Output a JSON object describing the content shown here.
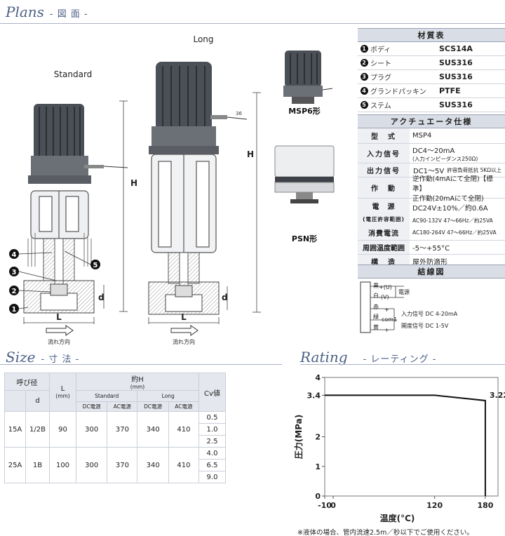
{
  "plans": {
    "title_en": "Plans",
    "title_jp": "- 図 面 -"
  },
  "drawing": {
    "standard_label": "Standard",
    "long_label": "Long",
    "msp6_label": "MSP6形",
    "psn_label": "PSN形",
    "dim_h": "H",
    "dim_l": "L",
    "dim_d": "d",
    "flow_label": "流れ方向",
    "callouts": [
      "4",
      "3",
      "2",
      "1",
      "5"
    ]
  },
  "materials": {
    "title": "材質表",
    "rows": [
      {
        "num": "1",
        "name": "ボディ",
        "value": "SCS14A"
      },
      {
        "num": "2",
        "name": "シート",
        "value": "SUS316"
      },
      {
        "num": "3",
        "name": "プラグ",
        "value": "SUS316"
      },
      {
        "num": "4",
        "name": "グランドパッキン",
        "value": "PTFE"
      },
      {
        "num": "5",
        "name": "ステム",
        "value": "SUS316"
      }
    ]
  },
  "actuator": {
    "title": "アクチュエータ仕様",
    "model_label": "型　式",
    "model": "MSP4",
    "input_label": "入力信号",
    "input_main": "DC4〜20mA",
    "input_sub": "(入力インピーダンス250Ω)",
    "output_label": "出力信号",
    "output_main": "DC1〜5V",
    "output_sub": "許容負荷抵抗 5KΩ以上",
    "action_label": "作　動",
    "action_1": "逆作動(4mAにて全閉)【標準】",
    "action_2": "正作動(20mAにて全閉)",
    "power_label": "電　源",
    "power_sub_label": "(電圧許容範囲)",
    "power_main": "DC24V±10%／約0.6A",
    "power_ac1": "AC90-132V 47〜66Hz／約25VA",
    "power_ac2": "AC180-264V 47〜66Hz／約25VA",
    "consumption_label": "消費電流",
    "temp_label": "周囲温度範囲",
    "temp": "-5〜+55°C",
    "structure_label": "構　造",
    "structure": "屋外防滴形"
  },
  "wiring": {
    "title": "結線図",
    "lines": [
      {
        "color": "黒",
        "sign": "+(U)"
      },
      {
        "color": "白",
        "sign": "-(V)"
      },
      {
        "color": "赤",
        "sign": "+"
      },
      {
        "color": "緑",
        "sign": "com1"
      },
      {
        "color": "黄",
        "sign": "+"
      }
    ],
    "power_label": "電源",
    "input_signal": "入力信号 DC 4-20mA",
    "open_signal": "開度信号 DC 1-5V"
  },
  "size": {
    "title_en": "Size",
    "title_jp": "- 寸 法 -",
    "h_nominal": "呼び径",
    "h_d": "d",
    "h_l": "L",
    "h_l_unit": "(mm)",
    "h_h": "約H",
    "h_h_unit": "(mm)",
    "h_standard": "Standard",
    "h_long": "Long",
    "h_dc": "DC電源",
    "h_ac": "AC電源",
    "h_dc2": "DC電源",
    "h_ac2": "AC電源",
    "h_cv": "Cv値",
    "rows": [
      {
        "nominal": "15A",
        "d": "1/2B",
        "l": "90",
        "std_dc": "300",
        "std_ac": "370",
        "long_dc": "340",
        "long_ac": "410",
        "cv": [
          "0.5",
          "1.0",
          "2.5"
        ]
      },
      {
        "nominal": "25A",
        "d": "1B",
        "l": "100",
        "std_dc": "300",
        "std_ac": "370",
        "long_dc": "340",
        "long_ac": "410",
        "cv": [
          "4.0",
          "6.5",
          "9.0"
        ]
      }
    ]
  },
  "rating": {
    "title_en": "Rating",
    "title_jp": "- レーティング -",
    "note": "※液体の場合、管内流速2.5m／秒以下でご使用ください。"
  },
  "chart_data": {
    "type": "line",
    "title": "",
    "xlabel": "温度(°C)",
    "ylabel": "圧力(MPa)",
    "xlim": [
      -10,
      195
    ],
    "ylim": [
      0,
      4
    ],
    "x_ticks": [
      -10,
      0,
      120,
      180
    ],
    "y_ticks": [
      0,
      1,
      2,
      3.4,
      4
    ],
    "grid": false,
    "series": [
      {
        "x": [
          -10,
          120,
          180,
          180
        ],
        "y": [
          3.4,
          3.4,
          3.22,
          0
        ]
      }
    ],
    "annotations": [
      {
        "x": 180,
        "y": 3.22,
        "text": "3.22"
      }
    ],
    "line_color": "#111111"
  }
}
